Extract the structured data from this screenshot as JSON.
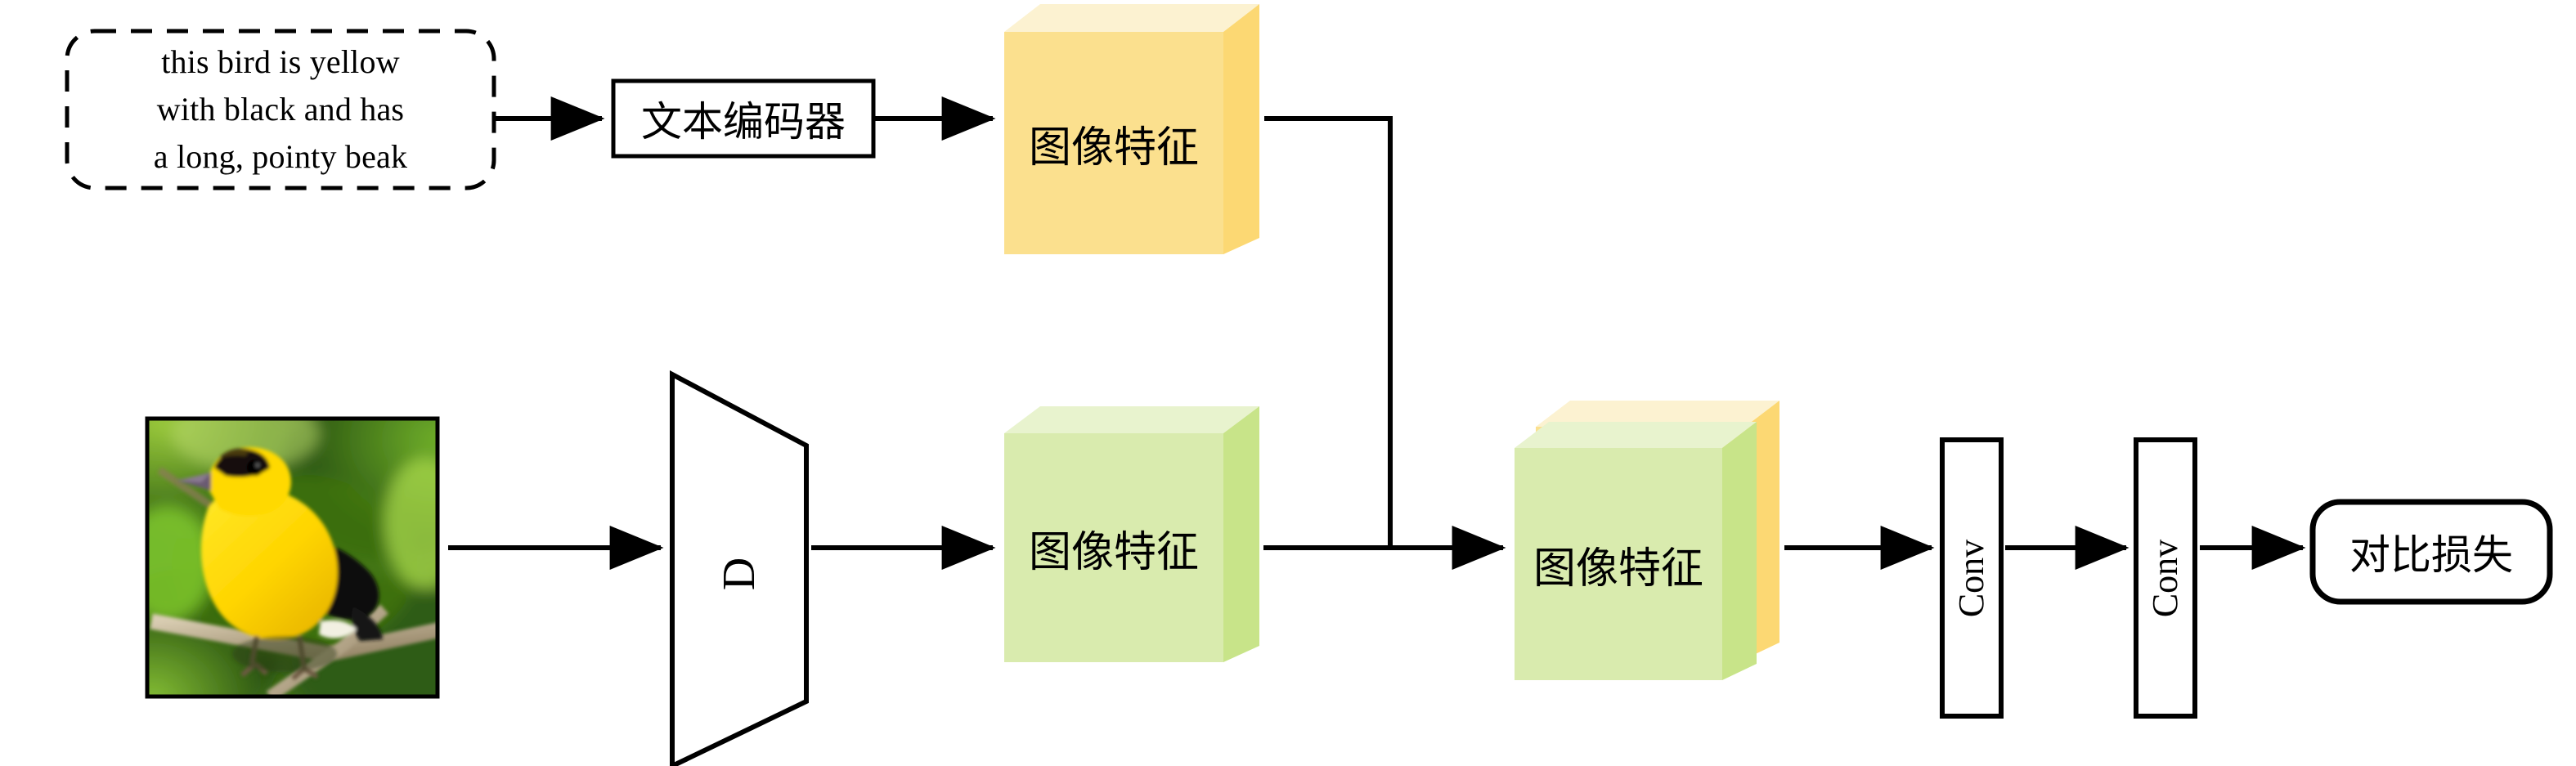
{
  "diagram": {
    "title": "Text-image contrastive feature fusion pipeline",
    "background_color": "#ffffff",
    "stroke_color": "#000000"
  },
  "nodes": {
    "prompt": {
      "name": "text-prompt-box",
      "style": "dashed-rounded-rectangle",
      "lines": [
        "this bird is yellow",
        "with black and has",
        "a long, pointy beak"
      ],
      "full_text": "this bird is yellow with black and has a long, pointy beak"
    },
    "text_encoder": {
      "name": "text-encoder-box",
      "style": "solid-rectangle",
      "label": "文本编码器"
    },
    "text_feature_block": {
      "name": "text-feature-cube",
      "style": "3d-cube",
      "label": "图像特征",
      "front_color": "#FBE08E",
      "side_color": "#FCD873",
      "top_color": "#FCF2D1"
    },
    "image_thumbnail": {
      "name": "bird-image-thumbnail",
      "style": "photo",
      "alt": "yellow and black bird perched on a branch"
    },
    "image_encoder": {
      "name": "image-encoder-trapezoid",
      "style": "trapezoid",
      "label": "D"
    },
    "image_feature_block": {
      "name": "image-feature-cube",
      "style": "3d-cube",
      "label": "图像特征",
      "front_color": "#D9EBAE",
      "side_color": "#C8E489",
      "top_color": "#E8F3CE"
    },
    "fused_feature_block": {
      "name": "fused-feature-cube",
      "style": "3d-stacked-cube",
      "label": "图像特征",
      "front_color": "#D9EBAE",
      "side_color": "#C8E489",
      "top_color": "#E8F3CE",
      "back_front_color": "#FBE08E",
      "back_side_color": "#FCD873",
      "back_top_color": "#FCF2D1"
    },
    "conv_1": {
      "name": "conv-block-1",
      "style": "vertical-rectangle",
      "label": "Conv"
    },
    "conv_2": {
      "name": "conv-block-2",
      "style": "vertical-rectangle",
      "label": "Conv"
    },
    "loss": {
      "name": "contrastive-loss-box",
      "style": "rounded-rectangle",
      "label": "对比损失"
    }
  },
  "edges": [
    {
      "name": "edge-prompt-to-text-encoder",
      "from": "prompt",
      "to": "text_encoder",
      "arrow": true
    },
    {
      "name": "edge-text-encoder-to-text-feature",
      "from": "text_encoder",
      "to": "text_feature_block",
      "arrow": true
    },
    {
      "name": "edge-text-feature-to-fusion",
      "from": "text_feature_block",
      "to": "fused_feature_block",
      "arrow": false,
      "routing": "right-then-down"
    },
    {
      "name": "edge-image-to-encoder",
      "from": "image_thumbnail",
      "to": "image_encoder",
      "arrow": true
    },
    {
      "name": "edge-encoder-to-image-feature",
      "from": "image_encoder",
      "to": "image_feature_block",
      "arrow": true
    },
    {
      "name": "edge-image-feature-to-fusion",
      "from": "image_feature_block",
      "to": "fused_feature_block",
      "arrow": true
    },
    {
      "name": "edge-fusion-to-conv1",
      "from": "fused_feature_block",
      "to": "conv_1",
      "arrow": true
    },
    {
      "name": "edge-conv1-to-conv2",
      "from": "conv_1",
      "to": "conv_2",
      "arrow": true
    },
    {
      "name": "edge-conv2-to-loss",
      "from": "conv_2",
      "to": "loss",
      "arrow": true
    }
  ]
}
